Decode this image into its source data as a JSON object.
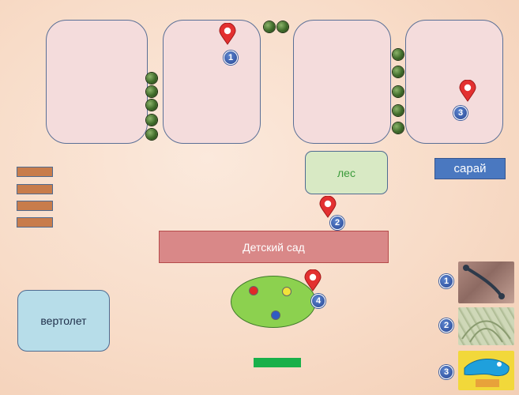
{
  "places": {
    "forest": "лес",
    "shed": "сарай",
    "kindergarten": "Детский сад",
    "helicopter": "вертолет"
  },
  "markers": [
    "1",
    "2",
    "3",
    "4"
  ],
  "legend": [
    "1",
    "2",
    "3"
  ],
  "colors": {
    "plot_fill": "#f4dcdc",
    "forest_fill": "#d8e9c4",
    "forest_text": "#3a9a3a",
    "shed_fill": "#4a78c0",
    "kindergarten_fill": "#d98888",
    "helicopter_fill": "#b7dde9",
    "playground_fill": "#8cd14f",
    "marker_red": "#e33030",
    "badge_blue": "#3759a6"
  },
  "icons": [
    "map-pin-icon",
    "shrub-icon",
    "bench-icon"
  ]
}
